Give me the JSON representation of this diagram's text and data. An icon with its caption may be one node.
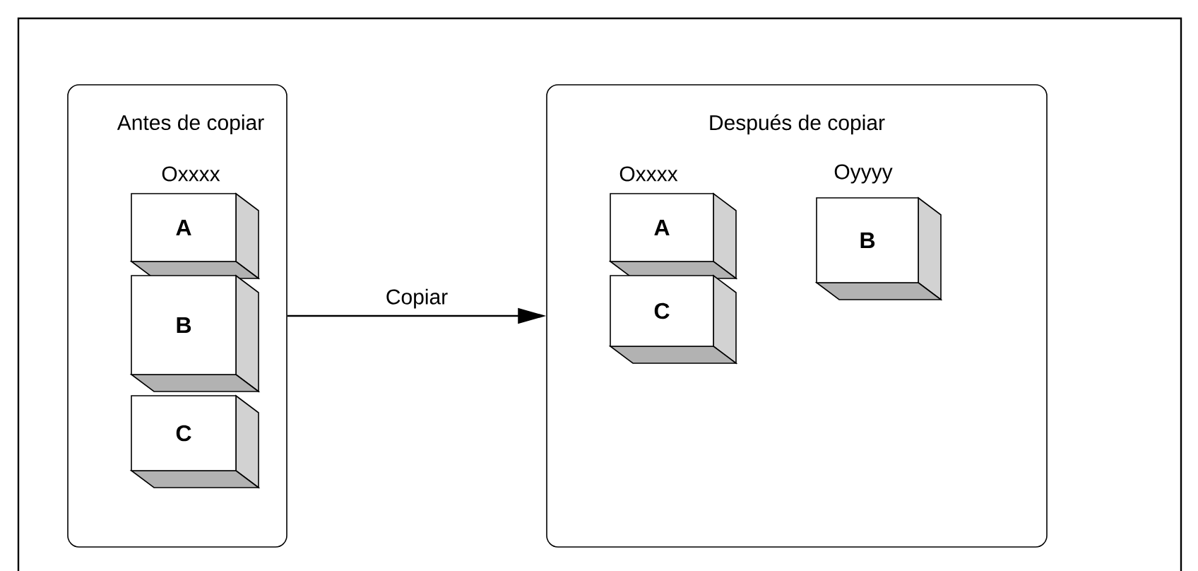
{
  "diagram": {
    "nodes": [
      {
        "text": [
          "Antes de copiar",
          "Oxxxx"
        ]
      },
      {
        "text": [
          "A"
        ],
        "in": 0
      },
      {
        "text": [
          "B"
        ],
        "in": 0
      },
      {
        "text": [
          "C"
        ],
        "in": 0
      },
      {
        "text": [
          "Después de copiar",
          "Oxxxx",
          "Oyyyy"
        ]
      },
      {
        "text": [
          "A"
        ],
        "in": 4
      },
      {
        "text": [
          "C"
        ],
        "in": 4
      },
      {
        "text": [
          "B"
        ],
        "in": 4
      }
    ],
    "edges": [
      {
        "from": 0,
        "to": 4,
        "arrow": "to",
        "label": "Copiar"
      }
    ]
  }
}
